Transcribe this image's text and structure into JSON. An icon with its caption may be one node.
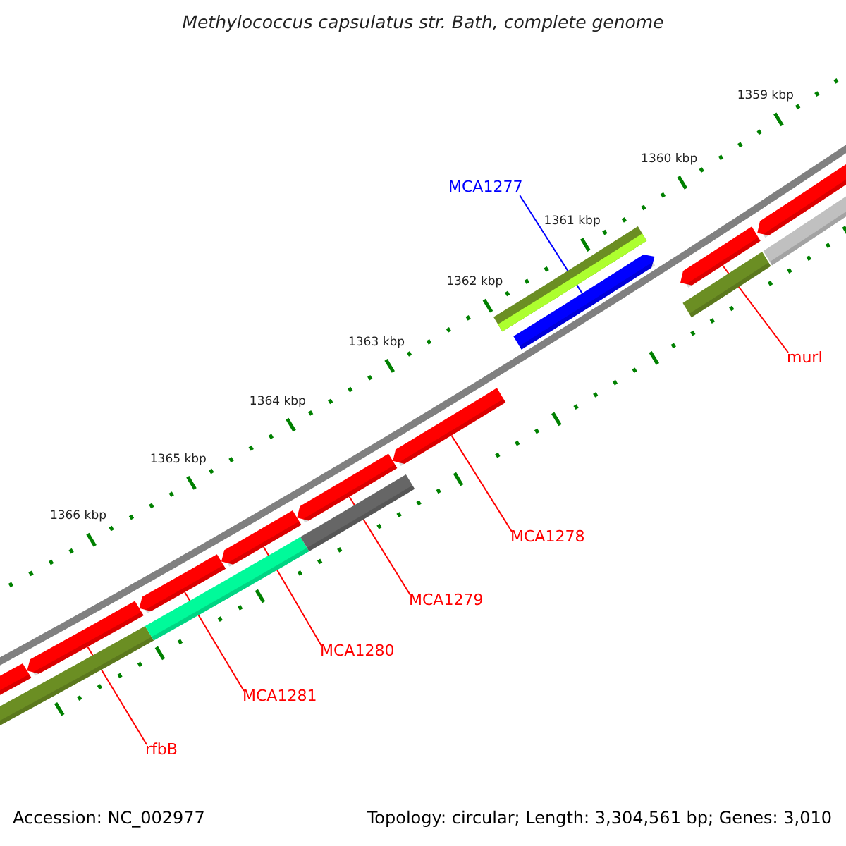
{
  "diagram": {
    "title": "Methylococcus capsulatus str. Bath, complete genome",
    "nodes": [
      {
        "text": [
          "MCA1277"
        ]
      },
      {
        "text": [
          "murI"
        ]
      },
      {
        "text": [
          "MCA1278"
        ]
      },
      {
        "text": [
          "MCA1279"
        ]
      },
      {
        "text": [
          "MCA1280"
        ]
      },
      {
        "text": [
          "MCA1281"
        ]
      },
      {
        "text": [
          "rfbB"
        ]
      },
      {
        "text": [],
        "shape": "bar"
      },
      {
        "text": [],
        "shape": "bar"
      },
      {
        "text": [],
        "shape": "bar"
      },
      {
        "text": [],
        "shape": "bar"
      },
      {
        "text": [],
        "shape": "bar"
      },
      {
        "text": [],
        "shape": "bar"
      },
      {
        "text": [],
        "shape": "bar"
      },
      {
        "text": [],
        "shape": "bar"
      },
      {
        "text": [],
        "shape": "bar"
      },
      {
        "text": [],
        "shape": "bar"
      },
      {
        "text": [],
        "shape": "bar"
      },
      {
        "text": [],
        "shape": "bar"
      },
      {
        "text": [],
        "shape": "bar"
      },
      {
        "text": [],
        "shape": "bar"
      },
      {
        "text": [],
        "shape": "bar"
      }
    ],
    "edges": [
      {
        "from": 0,
        "to": 17,
        "arrow": "none",
        "color": "#0000ff"
      },
      {
        "from": 1,
        "to": 18,
        "arrow": "none"
      },
      {
        "from": 2,
        "to": 15,
        "arrow": "none"
      },
      {
        "from": 3,
        "to": 13,
        "arrow": "none"
      },
      {
        "from": 4,
        "to": 12,
        "arrow": "none"
      },
      {
        "from": 5,
        "to": 10,
        "arrow": "none"
      },
      {
        "from": 6,
        "to": 9,
        "arrow": "none"
      }
    ],
    "labels": [
      "1359 kbp",
      "1360 kbp",
      "1361 kbp",
      "1362 kbp",
      "1363 kbp",
      "1364 kbp",
      "1365 kbp",
      "1366 kbp",
      "Accession: NC_002977",
      "Topology: circular; Length: 3,304,561 bp; Genes: 3,010"
    ]
  }
}
